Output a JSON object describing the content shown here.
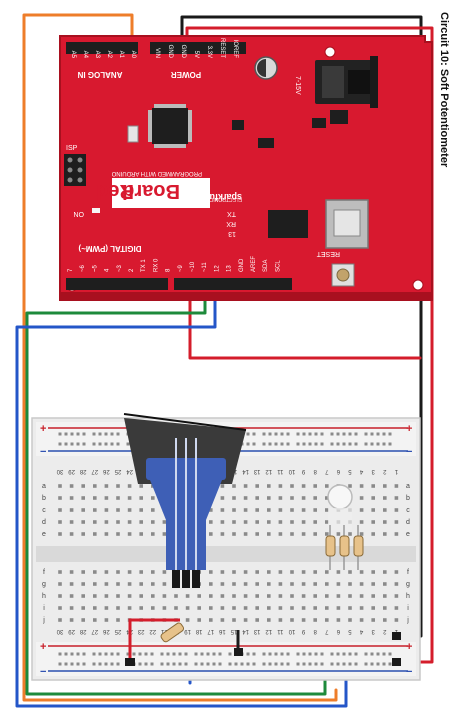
{
  "page": {
    "circuit_title": "Circuit 10: Soft Potentiometer"
  },
  "board": {
    "brand_line": "sparkfun",
    "brand_sub": "ELECTRONICS",
    "name_red": "Red",
    "name_board": "Board",
    "tagline": "PROGRAMMED WITH ARDUINO",
    "analog_label": "ANALOG IN",
    "analog_pins": [
      "A5",
      "A4",
      "A3",
      "A2",
      "A1",
      "A0"
    ],
    "power_label": "POWER",
    "power_pins": [
      "VIN",
      "GND",
      "GND",
      "5V",
      "3.3V",
      "RESET",
      "IOREF"
    ],
    "digital_label": "DIGITAL (PWM~)",
    "digital_pins": [
      "7",
      "~6",
      "~5",
      "4",
      "~3",
      "2",
      "TX 1",
      "RX 0"
    ],
    "digital_pins_top": [
      "8",
      "~9",
      "~10",
      "~11",
      "12",
      "13",
      "GND",
      "AREF",
      "SDA",
      "SCL"
    ],
    "isp_label": "ISP",
    "on_label": "ON",
    "tx_label": "TX",
    "rx_label": "RX",
    "l13_label": "13",
    "reset_label": "RESET",
    "power_jack_label": "7-15V"
  },
  "breadboard": {
    "col_numbers": [
      "30",
      "29",
      "28",
      "27",
      "26",
      "25",
      "24",
      "23",
      "22",
      "21",
      "20",
      "19",
      "18",
      "17",
      "16",
      "15",
      "14",
      "13",
      "12",
      "11",
      "10",
      "9",
      "8",
      "7",
      "6",
      "5",
      "4",
      "3",
      "2",
      "1"
    ],
    "row_letters_top": [
      "a",
      "b",
      "c",
      "d",
      "e"
    ],
    "row_letters_bottom": [
      "f",
      "g",
      "h",
      "i",
      "j"
    ],
    "plus": "+",
    "minus": "−"
  },
  "colors": {
    "board_red": "#d8192f",
    "board_dark_red": "#a8101f",
    "wire_red": "#d41d2b",
    "wire_black": "#1a1a1a",
    "wire_orange": "#ee7d2a",
    "wire_green": "#1d8a3b",
    "wire_blue": "#2456c8",
    "wire_yellow": "#f3e21a",
    "breadboard": "#ececec",
    "rail_red": "#c8202a",
    "rail_blue": "#2b4fb0",
    "softpot": "#3a3a3a",
    "softpot_blue": "#3e5fb6"
  },
  "icons": {
    "chip": "microcontroller-chip-icon",
    "usb": "usb-connector-icon",
    "barrel": "power-jack-icon",
    "reset": "reset-button-icon",
    "led": "rgb-led-icon",
    "softpot": "soft-potentiometer-icon"
  }
}
